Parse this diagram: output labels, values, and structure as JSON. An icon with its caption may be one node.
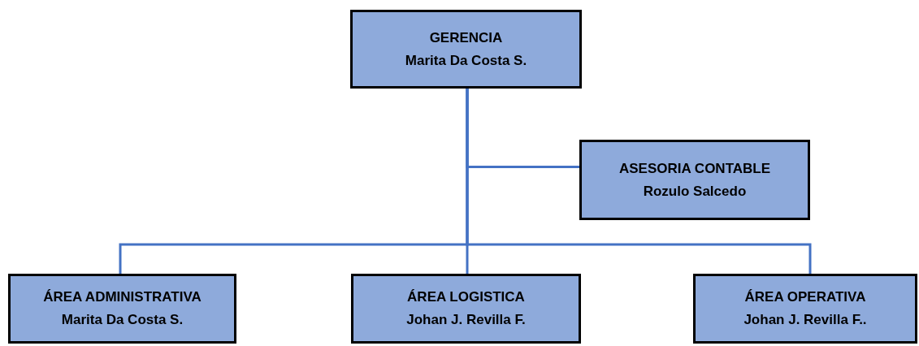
{
  "diagram": {
    "nodes": [
      {
        "text": [
          "GERENCIA",
          "Marita Da Costa S."
        ]
      },
      {
        "text": [
          "ASESORIA CONTABLE",
          "Rozulo Salcedo"
        ]
      },
      {
        "text": [
          "ÁREA ADMINISTRATIVA",
          "Marita Da Costa S."
        ]
      },
      {
        "text": [
          "ÁREA LOGISTICA",
          "Johan J. Revilla F."
        ]
      },
      {
        "text": [
          "ÁREA OPERATIVA",
          "Johan J. Revilla F.."
        ]
      }
    ],
    "edges": [
      {
        "from": 0,
        "to": 1,
        "arrow": "none"
      },
      {
        "from": 0,
        "to": 2,
        "arrow": "none"
      },
      {
        "from": 0,
        "to": 3,
        "arrow": "none"
      },
      {
        "from": 0,
        "to": 4,
        "arrow": "none"
      }
    ]
  }
}
